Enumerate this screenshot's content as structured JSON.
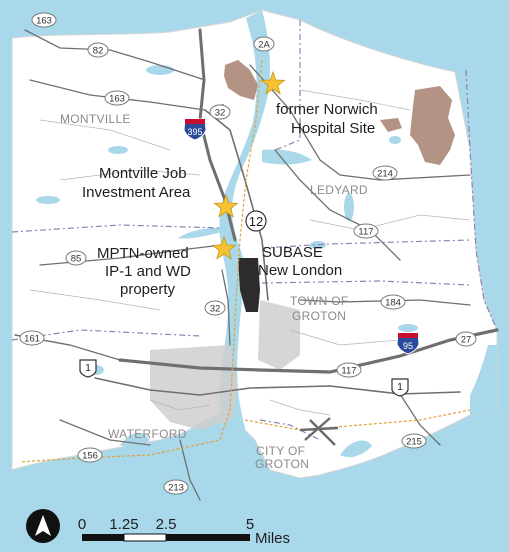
{
  "sites": [
    {
      "label_lines": [
        "former Norwich",
        "Hospital Site"
      ]
    },
    {
      "label_lines": [
        "Montville Job",
        "Investment Area"
      ]
    },
    {
      "label_lines": [
        "MPTN-owned",
        "IP-1 and WD",
        "property"
      ]
    },
    {
      "label_lines": [
        "SUBASE",
        "New London"
      ]
    }
  ],
  "towns": {
    "montville": "MONTVILLE",
    "ledyard": "LEDYARD",
    "town_of_groton": [
      "TOWN OF",
      "GROTON"
    ],
    "waterford": "WATERFORD",
    "city_of_groton": [
      "CITY OF",
      "GROTON"
    ]
  },
  "routes": {
    "r163a": "163",
    "r82": "82",
    "r2a": "2A",
    "r163b": "163",
    "r32a": "32",
    "i395": "395",
    "r214": "214",
    "r12": "12",
    "r117a": "117",
    "r85": "85",
    "r184": "184",
    "r32b": "32",
    "r161": "161",
    "us1a": "1",
    "i95": "95",
    "r27": "27",
    "r117b": "117",
    "us1b": "1",
    "r156": "156",
    "r213": "213",
    "r215": "215"
  },
  "scale": {
    "ticks": [
      "0",
      "1.25",
      "2.5",
      "5"
    ],
    "unit": "Miles",
    "max_miles": 5
  },
  "colors": {
    "water": "#a9d8ea",
    "land": "#ffffff",
    "tribal_land": "#b39384",
    "subase": "#2c2c2c",
    "road": "#6f6f6f",
    "town_boundary": "#8c82b4",
    "star": "#f7c331"
  },
  "icons": {
    "north_arrow": "north-arrow-icon",
    "site_marker": "star-icon"
  }
}
